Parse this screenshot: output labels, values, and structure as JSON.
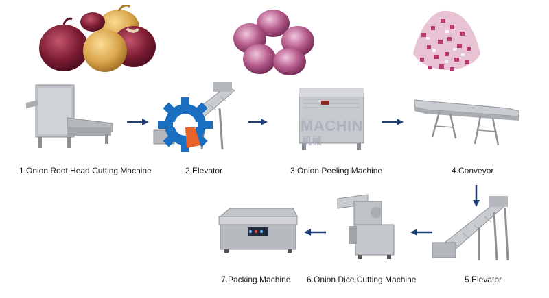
{
  "steps": [
    {
      "label": "1.Onion Root Head Cutting Machine"
    },
    {
      "label": "2.Elevator"
    },
    {
      "label": "3.Onion Peeling Machine"
    },
    {
      "label": "4.Conveyor"
    },
    {
      "label": "5.Elevator"
    },
    {
      "label": "6.Onion Dice Cutting Machine"
    },
    {
      "label": "7.Packing Machine"
    }
  ],
  "watermark": {
    "text": "MACHIN",
    "sub": "机械"
  },
  "colors": {
    "arrow": "#1e3f73",
    "steel": "#c4c7cb",
    "steel_dark": "#8d9196",
    "gear_blue": "#1a6fc0",
    "gear_orange": "#e8632a",
    "red_onion": "#7a1c33",
    "yellow_onion": "#d9a54b",
    "purple_onion": "#a5457a"
  }
}
